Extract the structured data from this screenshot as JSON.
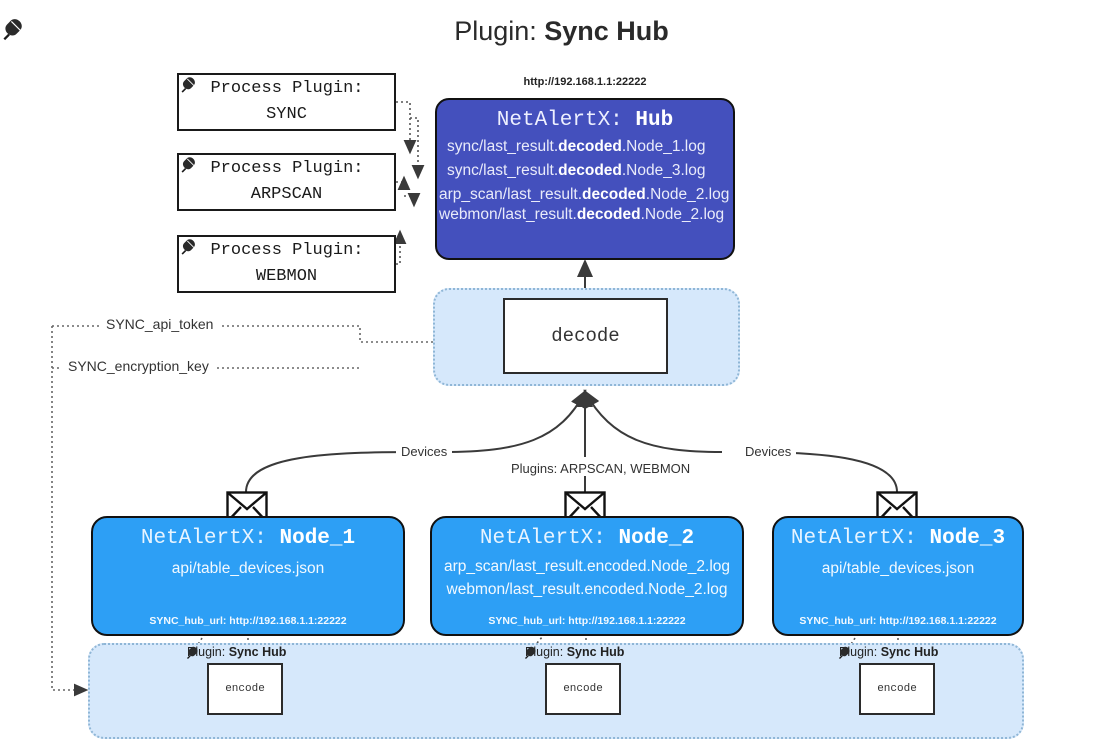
{
  "title": {
    "prefix": "Plugin:",
    "name": "Sync Hub",
    "icon": "plug-icon"
  },
  "colors": {
    "hub_fill": "#4450bd",
    "node_fill": "#2d9ff5",
    "panel_fill": "#d6e8fb",
    "panel_border": "#8fb6d6",
    "stroke": "#2b2b2b"
  },
  "process_plugins": [
    {
      "line1": "Process Plugin:",
      "line2": "SYNC",
      "icon": "plug-icon"
    },
    {
      "line1": "Process Plugin:",
      "line2": "ARPSCAN",
      "icon": "plug-icon"
    },
    {
      "line1": "Process Plugin:",
      "line2": "WEBMON",
      "icon": "plug-icon"
    }
  ],
  "hub": {
    "url": "http://192.168.1.1:22222",
    "title_prefix": "NetAlertX:",
    "title_name": "Hub",
    "logs": [
      {
        "pre": "sync/last_result.",
        "bold": "decoded",
        "post": ".Node_1.log"
      },
      {
        "pre": "sync/last_result.",
        "bold": "decoded",
        "post": ".Node_3.log"
      },
      {
        "pre": "arp_scan/last_result.",
        "bold": "decoded",
        "post": ".Node_2.log"
      },
      {
        "pre": "webmon/last_result.",
        "bold": "decoded",
        "post": ".Node_2.log"
      }
    ]
  },
  "decode": {
    "label": "decode"
  },
  "tokens": [
    {
      "label": "SYNC_api_token"
    },
    {
      "label": "SYNC_encryption_key"
    }
  ],
  "edge_labels": {
    "devices_left": "Devices",
    "devices_right": "Devices",
    "plugins_center": "Plugins: ARPSCAN, WEBMON"
  },
  "nodes": [
    {
      "title_prefix": "NetAlertX:",
      "title_name": "Node_1",
      "lines": [
        {
          "text": "api/table_devices.json"
        }
      ],
      "footer": "SYNC_hub_url: http://192.168.1.1:22222",
      "mail_icon": "envelope-icon"
    },
    {
      "title_prefix": "NetAlertX:",
      "title_name": "Node_2",
      "lines": [
        {
          "text": "arp_scan/last_result.encoded.Node_2.log"
        },
        {
          "text": "webmon/last_result.encoded.Node_2.log"
        }
      ],
      "footer": "SYNC_hub_url: http://192.168.1.1:22222",
      "mail_icon": "envelope-icon"
    },
    {
      "title_prefix": "NetAlertX:",
      "title_name": "Node_3",
      "lines": [
        {
          "text": "api/table_devices.json"
        }
      ],
      "footer": "SYNC_hub_url: http://192.168.1.1:22222",
      "mail_icon": "envelope-icon"
    }
  ],
  "encoders": [
    {
      "plugin_prefix": "Plugin:",
      "plugin_name": "Sync Hub",
      "label": "encode",
      "icon": "plug-icon"
    },
    {
      "plugin_prefix": "Plugin:",
      "plugin_name": "Sync Hub",
      "label": "encode",
      "icon": "plug-icon"
    },
    {
      "plugin_prefix": "Plugin:",
      "plugin_name": "Sync Hub",
      "label": "encode",
      "icon": "plug-icon"
    }
  ]
}
